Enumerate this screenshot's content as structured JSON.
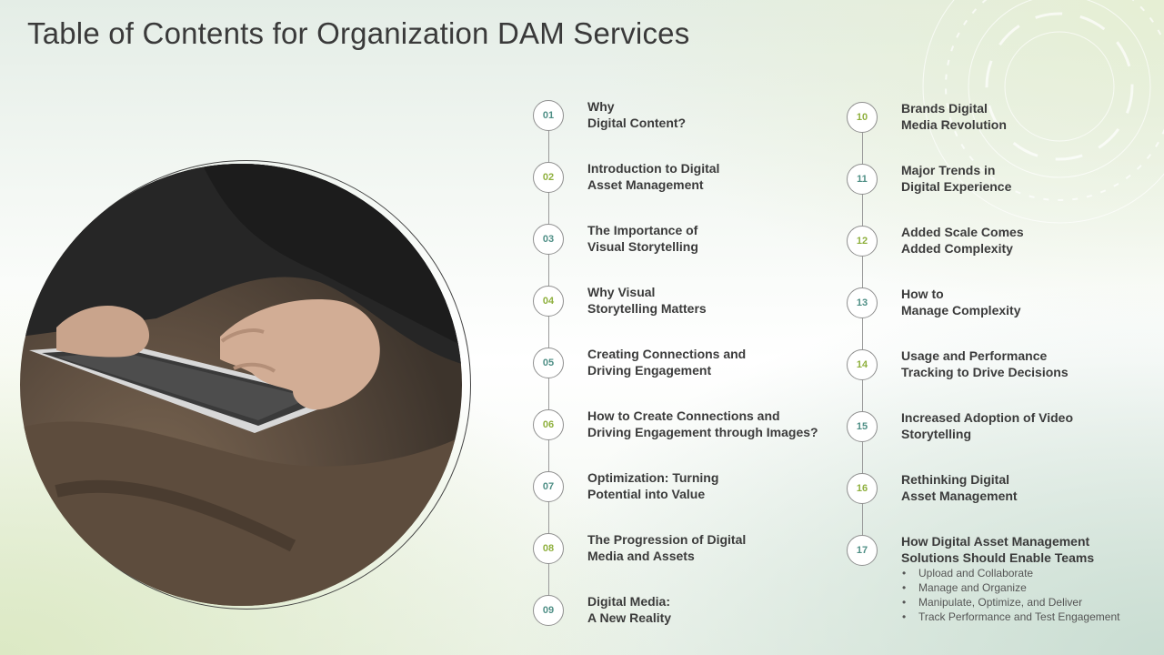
{
  "title": "Table of Contents for Organization DAM Services",
  "colors": {
    "number_green": "#8fb03e",
    "number_teal": "#4f8f86"
  },
  "items_left": [
    {
      "num": "01",
      "label": "Why\nDigital Content?",
      "color": "#4f8f86"
    },
    {
      "num": "02",
      "label": "Introduction to Digital\nAsset Management",
      "color": "#8fb03e"
    },
    {
      "num": "03",
      "label": "The Importance of\nVisual  Storytelling",
      "color": "#4f8f86"
    },
    {
      "num": "04",
      "label": "Why Visual\nStorytelling Matters",
      "color": "#8fb03e"
    },
    {
      "num": "05",
      "label": "Creating Connections and\nDriving Engagement",
      "color": "#4f8f86"
    },
    {
      "num": "06",
      "label": "How to Create Connections and\nDriving Engagement through Images?",
      "color": "#8fb03e"
    },
    {
      "num": "07",
      "label": "Optimization: Turning\nPotential into Value",
      "color": "#4f8f86"
    },
    {
      "num": "08",
      "label": "The Progression of Digital\nMedia and Assets",
      "color": "#8fb03e"
    },
    {
      "num": "09",
      "label": "Digital Media:\nA New Reality",
      "color": "#4f8f86"
    }
  ],
  "items_right": [
    {
      "num": "10",
      "label": "Brands Digital\nMedia Revolution",
      "color": "#8fb03e"
    },
    {
      "num": "11",
      "label": "Major Trends in\nDigital Experience",
      "color": "#4f8f86"
    },
    {
      "num": "12",
      "label": "Added  Scale Comes\nAdded Complexity",
      "color": "#8fb03e"
    },
    {
      "num": "13",
      "label": "How to\nManage Complexity",
      "color": "#4f8f86"
    },
    {
      "num": "14",
      "label": "Usage and Performance\nTracking to Drive Decisions",
      "color": "#8fb03e"
    },
    {
      "num": "15",
      "label": "Increased Adoption of Video\nStorytelling",
      "color": "#4f8f86"
    },
    {
      "num": "16",
      "label": "Rethinking Digital\nAsset Management",
      "color": "#8fb03e"
    },
    {
      "num": "17",
      "label": "How Digital Asset Management\nSolutions Should Enable Teams",
      "color": "#4f8f86"
    }
  ],
  "sub_bullets": [
    "Upload and Collaborate",
    "Manage and Organize",
    "Manipulate, Optimize, and Deliver",
    "Track Performance and Test Engagement"
  ]
}
